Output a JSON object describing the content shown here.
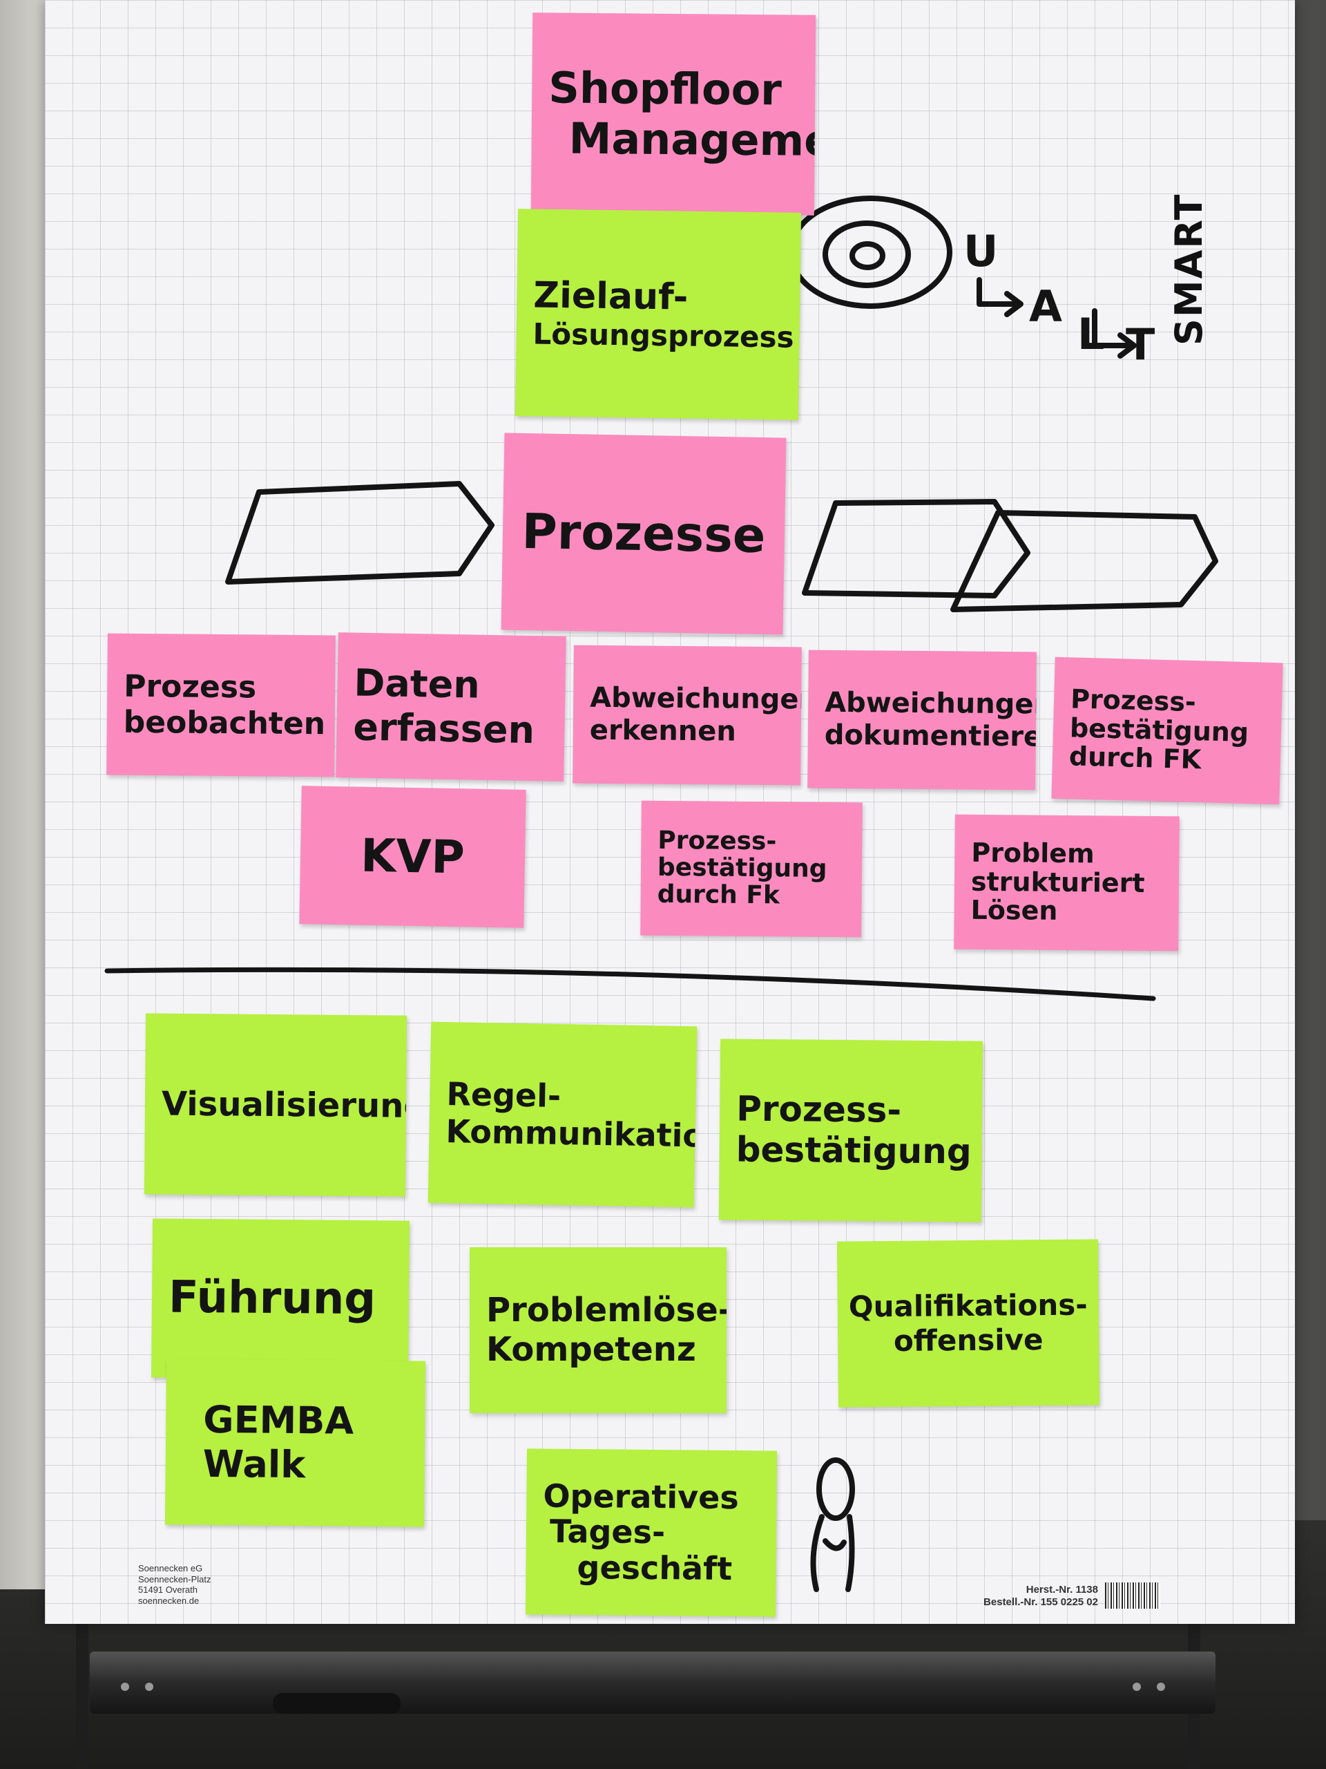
{
  "notes": {
    "shopfloor": [
      "Shopfloor",
      "Management"
    ],
    "zielauf": [
      "Zielauf-",
      "Lösungsprozess"
    ],
    "prozesse": [
      "Prozesse"
    ],
    "prozess_beobachten": [
      "Prozess",
      "beobachten"
    ],
    "daten_erfassen": [
      "Daten",
      "erfassen"
    ],
    "abweichungen_erkennen": [
      "Abweichungen",
      "erkennen"
    ],
    "abweichungen_dokumentieren": [
      "Abweichungen",
      "dokumentieren"
    ],
    "prozessbestaetigung_fk_1": [
      "Prozess-",
      "bestätigung",
      "durch FK"
    ],
    "kvp": [
      "KVP"
    ],
    "prozessbestaetigung_fk_2": [
      "Prozess-",
      "bestätigung",
      "durch Fk"
    ],
    "problem_loesen": [
      "Problem",
      "strukturiert",
      "Lösen"
    ],
    "visualisierung": [
      "Visualisierung"
    ],
    "regelkommunikation": [
      "Regel-",
      "Kommunikation"
    ],
    "prozessbestaetigung": [
      "Prozess-",
      "bestätigung"
    ],
    "fuehrung": [
      "Führung"
    ],
    "problemloese": [
      "Problemlöse-",
      "Kompetenz"
    ],
    "qualifikation": [
      "Qualifikations-",
      "offensive"
    ],
    "gemba": [
      "GEMBA",
      "Walk"
    ],
    "operatives": [
      "Operatives",
      "Tages-",
      "geschäft"
    ]
  },
  "annotations": {
    "smart": "SMART",
    "letters": [
      "U",
      "A",
      "L",
      "T"
    ]
  },
  "footer": {
    "company": [
      "Soennecken eG",
      "Soennecken-Platz",
      "51491 Overath",
      "soennecken.de"
    ],
    "product": [
      "Herst.-Nr. 1138",
      "Bestell.-Nr. 155 0225 02"
    ]
  },
  "colors": {
    "pink_note": "#fb8bbf",
    "green_note": "#b6f041",
    "ink": "#141414",
    "paper": "#f4f4f6"
  }
}
